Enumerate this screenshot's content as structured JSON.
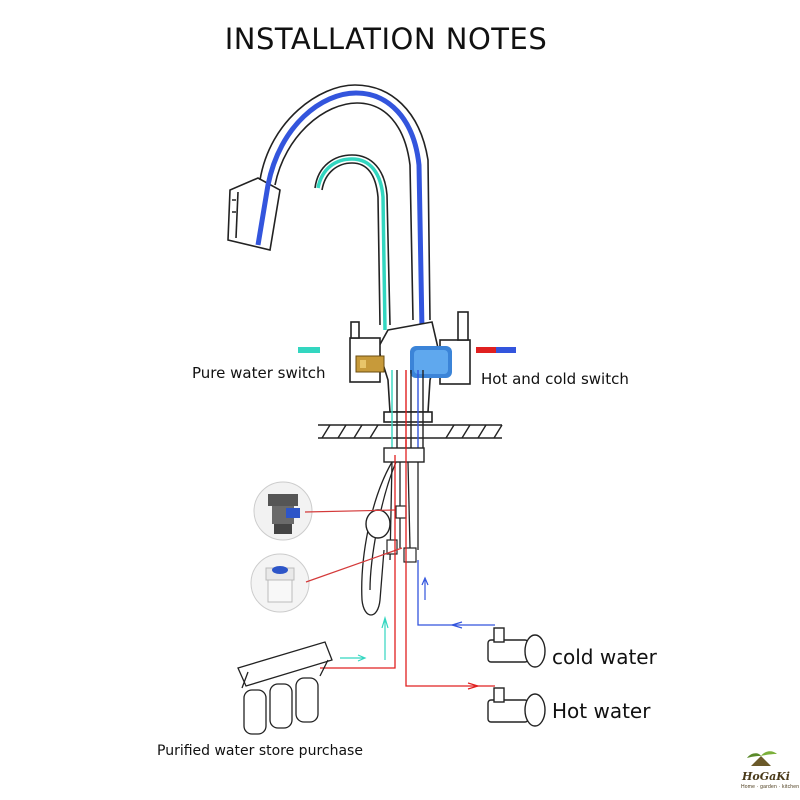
{
  "title": "INSTALLATION NOTES",
  "labels": {
    "pure_water_switch": "Pure water switch",
    "hot_cold_switch": "Hot and cold switch",
    "cold_water": "cold water",
    "hot_water": "Hot water",
    "purified_store": "Purified water store purchase"
  },
  "logo": {
    "brand": "HoGaKi",
    "tagline": "Home · garden · kitchen"
  },
  "colors": {
    "pure_water": "#33d6c0",
    "cold_water": "#3355dd",
    "hot_water": "#e02020",
    "outline": "#222222"
  }
}
